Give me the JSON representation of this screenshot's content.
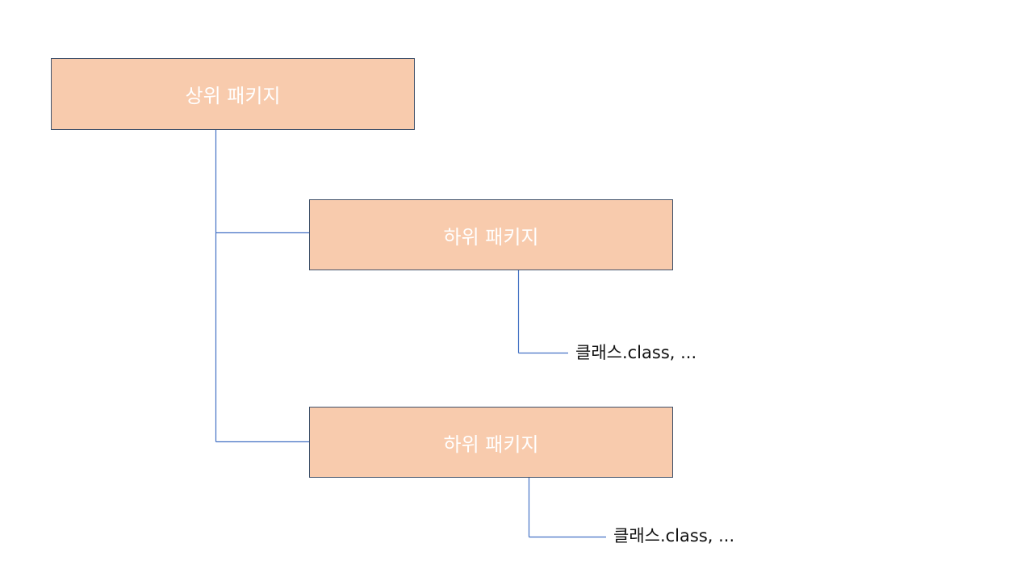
{
  "colors": {
    "box_fill": "#f8cbad",
    "box_border": "#41526b",
    "box_text": "#ffffff",
    "connector": "#4472c4",
    "label_text": "#111111"
  },
  "diagram": {
    "root": {
      "label": "상위 패키지"
    },
    "children": [
      {
        "label": "하위 패키지",
        "leaf": "클래스.class, ..."
      },
      {
        "label": "하위 패키지",
        "leaf": "클래스.class, ..."
      }
    ]
  }
}
